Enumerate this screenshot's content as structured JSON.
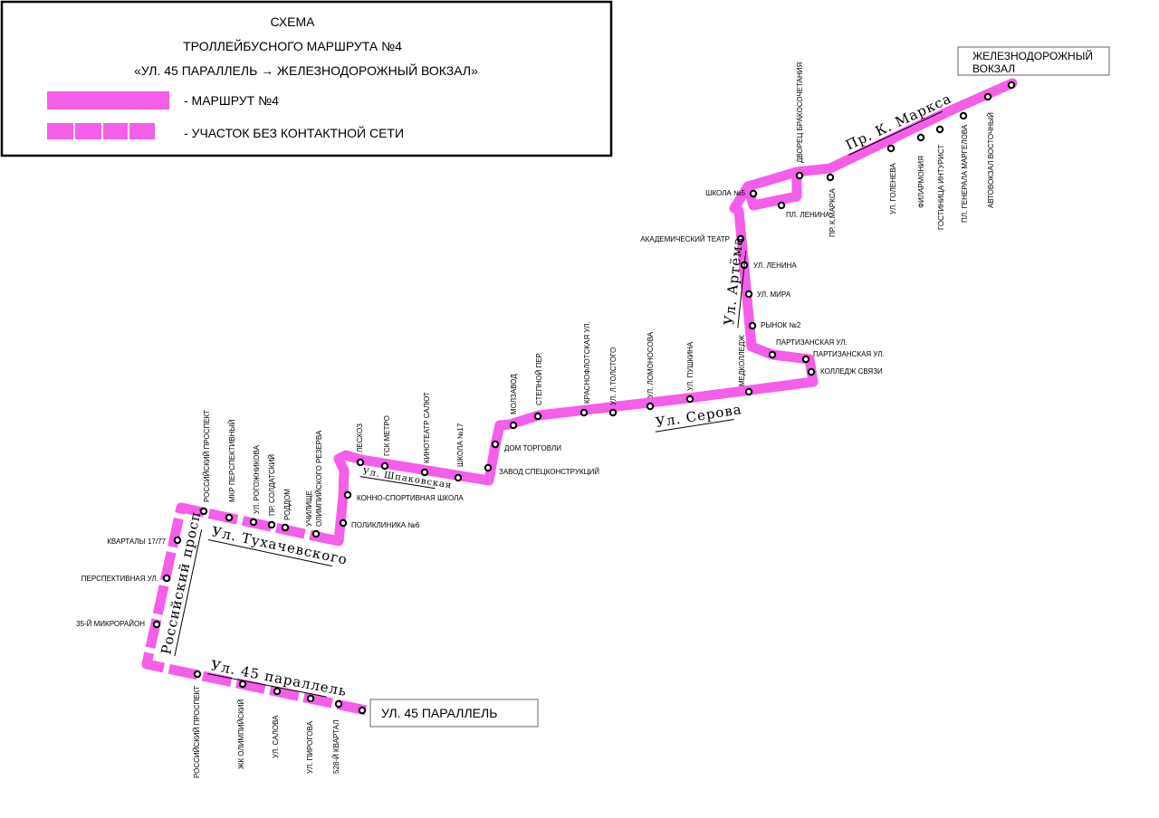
{
  "header": {
    "line1": "СХЕМА",
    "line2": "ТРОЛЛЕЙБУСНОГО МАРШРУТА №4",
    "line3": "«УЛ. 45 ПАРАЛЛЕЛЬ → ЖЕЛЕЗНОДОРОЖНЫЙ ВОКЗАЛ»"
  },
  "legend": {
    "route": "- МАРШРУТ №4",
    "no_wire": "- УЧАСТОК БЕЗ КОНТАКТНОЙ СЕТИ"
  },
  "terminals": {
    "start": "УЛ. 45 ПАРАЛЛЕЛЬ",
    "end_line1": "ЖЕЛЕЗНОДОРОЖНЫЙ",
    "end_line2": "ВОКЗАЛ"
  },
  "streets": {
    "s45": "Ул. 45 параллель",
    "rossiysky": "Российский просп.",
    "tukhachevsky": "Ул. Тухачевского",
    "shpakovskaya": "Ул. Шпаковская",
    "serova": "Ул. Серова",
    "artema": "Ул. Артёма",
    "marx": "Пр. К. Маркса"
  },
  "stops": {
    "s1": "528-Й КВАРТАЛ",
    "s2": "УЛ. ПИРОГОВА",
    "s3": "УЛ. САЛОВА",
    "s4": "ЖК ОЛИМПИЙСКИЙ",
    "s5": "РОССИЙСКИЙ ПРОСПЕКТ",
    "s6": "35-Й МИКРОРАЙОН",
    "s7": "ПЕРСПЕКТИВНАЯ УЛ.",
    "s8": "КВАРТАЛЫ 17/77",
    "s9": "РОССИЙСКИЙ ПРОСПЕКТ",
    "s10": "МКР ПЕРСПЕКТИВНЫЙ",
    "s11": "УЛ. РОГОЖНИКОВА",
    "s12": "ПР. СОЛДАТСКИЙ",
    "s13": "РОДДОМ",
    "s14a": "УЧИЛИЩЕ",
    "s14b": "ОЛИМПИЙСКОГО РЕЗЕРВА",
    "s15": "ПОЛИКЛИНИКА №6",
    "s16": "КОННО-СПОРТИВНАЯ ШКОЛА",
    "s17": "ЛЕСХОЗ",
    "s18": "ГСК МЕТРО",
    "s19": "КИНОТЕАТР САЛЮТ",
    "s20": "ШКОЛА №17",
    "s21": "ЗАВОД СПЕЦКОНСТРУКЦИЙ",
    "s22": "ДОМ ТОРГОВЛИ",
    "s23": "МОЛЗАВОД",
    "s24": "СТЕПНОЙ ПЕР.",
    "s25": "КРАСНОФЛОТСКАЯ УЛ.",
    "s26": "УЛ. Л.ТОЛСТОГО",
    "s27": "УЛ. ЛОМОНОСОВА",
    "s28": "УЛ. ПУШКИНА",
    "s29": "МЕДКОЛЛЕДЖ",
    "s30": "КОЛЛЕДЖ СВЯЗИ",
    "s31": "ПАРТИЗАНСКАЯ УЛ.",
    "s32": "ПАРТИЗАНСКАЯ УЛ.",
    "s33": "РЫНОК №2",
    "s34": "УЛ. МИРА",
    "s35": "УЛ. ЛЕНИНА",
    "s36": "АКАДЕМИЧЕСКИЙ ТЕАТР",
    "s37": "ШКОЛА №5",
    "s38": "ДВОРЕЦ БРАКОСОЧЕТАНИЯ",
    "s39": "ПЛ. ЛЕНИНА",
    "s40": "ПР. К.МАРКСА",
    "s41": "УЛ. ГОЛЕНЕВА",
    "s42": "ФИЛАРМОНИЯ",
    "s43": "ГОСТИНИЦА ИНТУРИСТ",
    "s44": "ПЛ. ГЕНЕРАЛА МАРГЕЛОВА",
    "s45": "АВТОВОКЗАЛ ВОСТОЧНЫЙ"
  },
  "colors": {
    "route": "#f55ee8",
    "ink": "#000000",
    "background": "#ffffff"
  }
}
